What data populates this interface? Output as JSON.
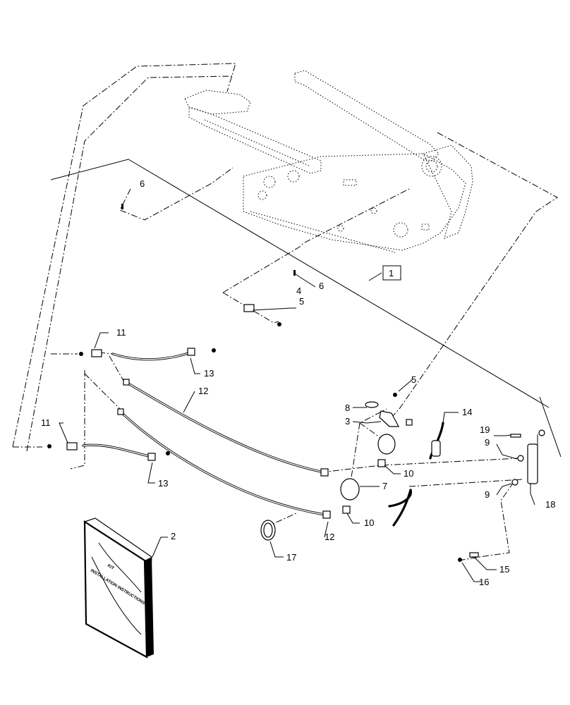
{
  "callouts": {
    "c1": "1",
    "c2": "2",
    "c3": "3",
    "c4": "4",
    "c5a": "5",
    "c5b": "5",
    "c6a": "6",
    "c6b": "6",
    "c7": "7",
    "c8": "8",
    "c9a": "9",
    "c9b": "9",
    "c10a": "10",
    "c10b": "10",
    "c11a": "11",
    "c11b": "11",
    "c12a": "12",
    "c12b": "12",
    "c13a": "13",
    "c13b": "13",
    "c14": "14",
    "c15": "15",
    "c16": "16",
    "c17": "17",
    "c18": "18",
    "c19": "19"
  },
  "manual": {
    "line1": "KIT",
    "line2": "INSTALLATION INSTRUCTIONS"
  }
}
